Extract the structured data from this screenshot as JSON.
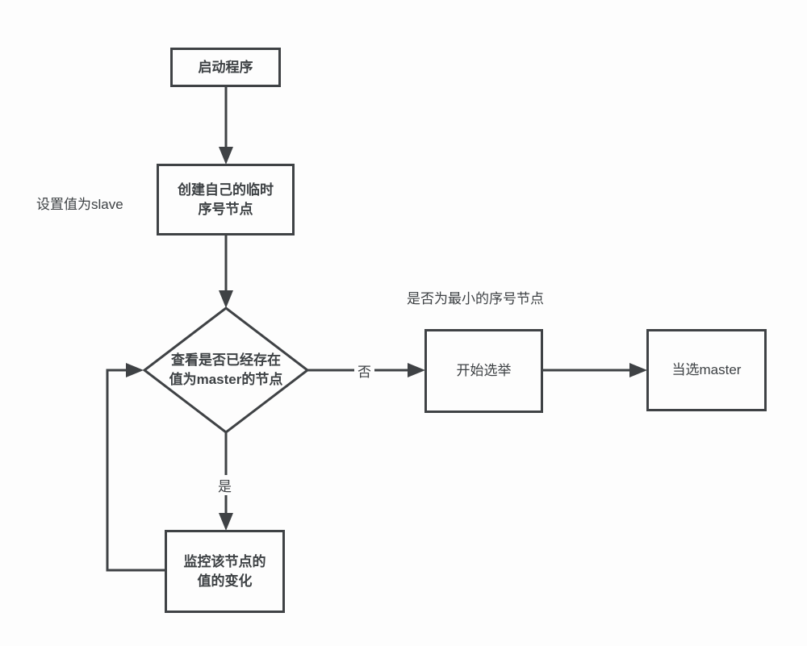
{
  "diagram": {
    "type": "flowchart",
    "language": "zh-CN",
    "colors": {
      "background": "#fdfdfd",
      "line": "#3f4245",
      "text": "#3d4144"
    },
    "nodes": {
      "start": {
        "shape": "rect",
        "label": "启动程序"
      },
      "create": {
        "shape": "rect",
        "line1": "创建自己的临时",
        "line2": "序号节点"
      },
      "check": {
        "shape": "diamond",
        "line1": "查看是否已经存在",
        "line2": "值为master的节点"
      },
      "election": {
        "shape": "rect",
        "label": "开始选举"
      },
      "master": {
        "shape": "rect",
        "label": "当选master"
      },
      "monitor": {
        "shape": "rect",
        "line1": "监控该节点的",
        "line2": "值的变化"
      }
    },
    "notes": {
      "set_value_slave": "设置值为slave",
      "is_min_seq_node": "是否为最小的序号节点"
    },
    "edges": [
      {
        "from": "start",
        "to": "create",
        "label": ""
      },
      {
        "from": "create",
        "to": "check",
        "label": ""
      },
      {
        "from": "check",
        "to": "monitor",
        "label": "是"
      },
      {
        "from": "check",
        "to": "election",
        "label": "否"
      },
      {
        "from": "election",
        "to": "master",
        "label": ""
      },
      {
        "from": "monitor",
        "to": "check",
        "label": ""
      }
    ]
  }
}
